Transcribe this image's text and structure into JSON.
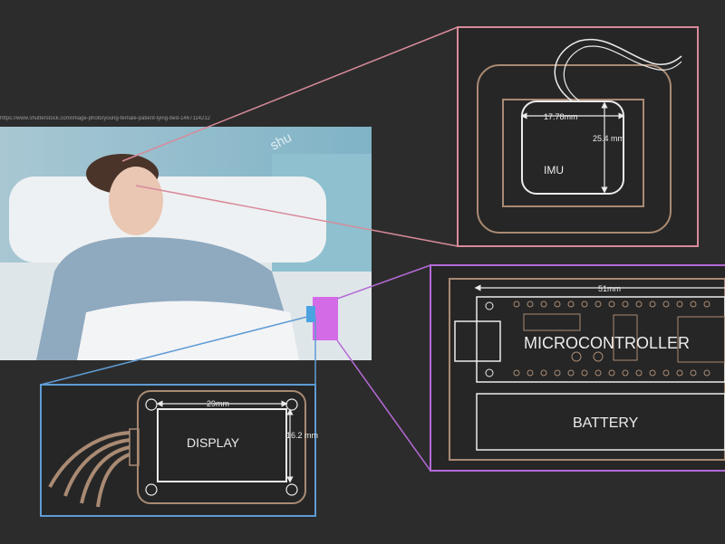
{
  "photo": {
    "url_text": "https://www.shutterstock.com/image-photo/young-female-patient-lying-bed-1467114212",
    "watermark": "shu"
  },
  "imu": {
    "label": "IMU",
    "width_dim": "17.78mm",
    "height_dim": "25.4 mm"
  },
  "mcu": {
    "label": "MICROCONTROLLER",
    "width_dim": "51mm",
    "battery_label": "BATTERY"
  },
  "display": {
    "label": "DISPLAY",
    "width_dim": "29mm",
    "height_dim": "16.2 mm"
  },
  "colors": {
    "imu_callout": "#d88a9a",
    "mcu_callout": "#b46ad6",
    "display_callout": "#5e9bd4",
    "drawing_outline": "#a98a73"
  }
}
